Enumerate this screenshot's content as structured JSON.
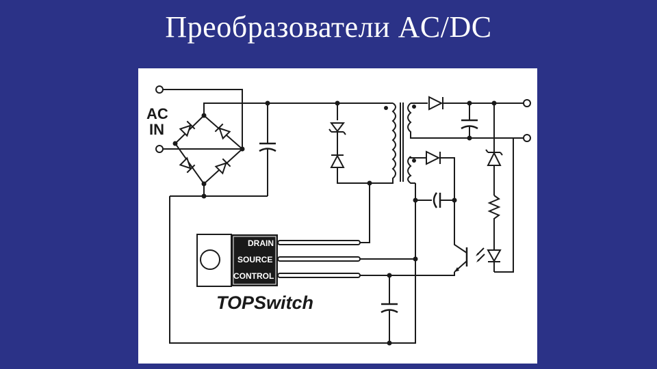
{
  "slide": {
    "title": "Преобразователи AC/DC"
  },
  "diagram": {
    "input_label_line1": "AC",
    "input_label_line2": "IN",
    "pins": {
      "drain": "DRAIN",
      "source": "SOURCE",
      "control": "CONTROL"
    },
    "device_name": "TOPSwitch"
  }
}
